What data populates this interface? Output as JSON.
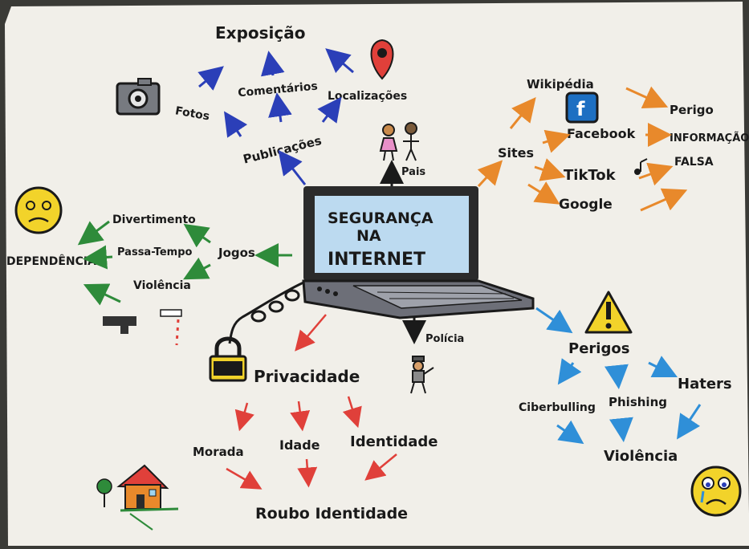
{
  "center": {
    "line1": "SEGURANÇA",
    "line2": "NA",
    "line3": "INTERNET"
  },
  "exposicao": {
    "title": "Exposição",
    "fotos": "Fotos",
    "comentarios": "Comentários",
    "localizacoes": "Localizações",
    "publicacoes": "Publicações"
  },
  "pais": "Pais",
  "sites": {
    "title": "Sites",
    "wikipedia": "Wikipédia",
    "facebook": "Facebook",
    "tiktok": "TikTok",
    "google": "Google",
    "perigo": "Perigo",
    "informacao": "INFORMAÇÃO",
    "falsa": "FALSA"
  },
  "jogos": {
    "title": "Jogos",
    "divertimento": "Divertimento",
    "passatempo": "Passa-Tempo",
    "violencia": "Violência",
    "dependencia": "DEPENDÊNCIA"
  },
  "policia": "Polícia",
  "privacidade": {
    "title": "Privacidade",
    "morada": "Morada",
    "idade": "Idade",
    "identidade": "Identidade",
    "roubo": "Roubo Identidade"
  },
  "perigos": {
    "title": "Perigos",
    "ciberbulling": "Ciberbulling",
    "phishing": "Phishing",
    "haters": "Haters",
    "violencia": "Violência"
  },
  "colors": {
    "paper": "#f1efe9",
    "blue": "#2b3fb8",
    "orange": "#e8892b",
    "green": "#2e8b3a",
    "red": "#e0403a",
    "lightblue": "#2f8fd8",
    "yellow": "#f2d32a",
    "screen": "#bcdaf0"
  }
}
